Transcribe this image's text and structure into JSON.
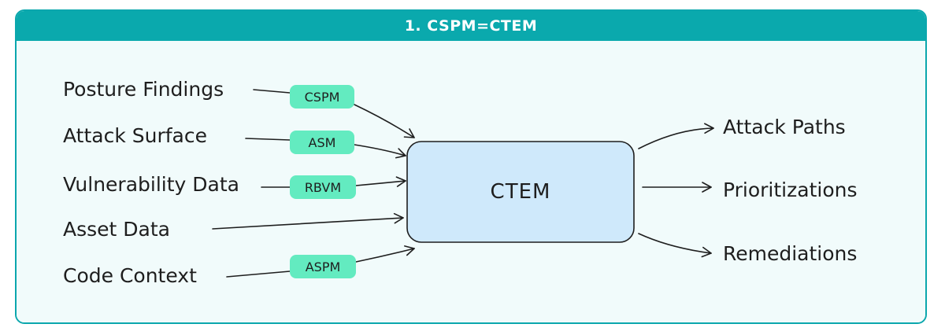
{
  "title": "1. CSPM=CTEM",
  "colors": {
    "header": "#0aa9ad",
    "frame_bg": "#f1fbfb",
    "chip": "#63ebc0",
    "center_box": "#cfe9fb",
    "text": "#1e1e1e"
  },
  "inputs": [
    {
      "label": "Posture Findings",
      "chip": "CSPM"
    },
    {
      "label": "Attack Surface",
      "chip": "ASM"
    },
    {
      "label": "Vulnerability Data",
      "chip": "RBVM"
    },
    {
      "label": "Asset Data",
      "chip": null
    },
    {
      "label": "Code Context",
      "chip": "ASPM"
    }
  ],
  "center": {
    "label": "CTEM"
  },
  "outputs": [
    {
      "label": "Attack Paths"
    },
    {
      "label": "Prioritizations"
    },
    {
      "label": "Remediations"
    }
  ]
}
